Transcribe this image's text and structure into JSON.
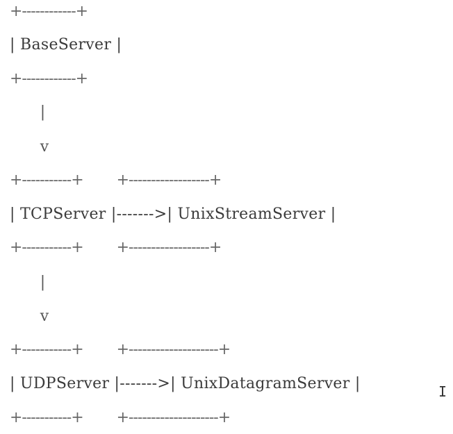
{
  "diagram": {
    "lines": [
      "+------------+",
      "| BaseServer |",
      "+------------+",
      "      |",
      "      v",
      "+-----------+        +------------------+",
      "| TCPServer |------->| UnixStreamServer |",
      "+-----------+        +------------------+",
      "      |",
      "      v",
      "+-----------+        +--------------------+",
      "| UDPServer |------->| UnixDatagramServer |",
      "+-----------+        +--------------------+"
    ],
    "nodes": [
      "BaseServer",
      "TCPServer",
      "UnixStreamServer",
      "UDPServer",
      "UnixDatagramServer"
    ]
  },
  "cursor": "I"
}
